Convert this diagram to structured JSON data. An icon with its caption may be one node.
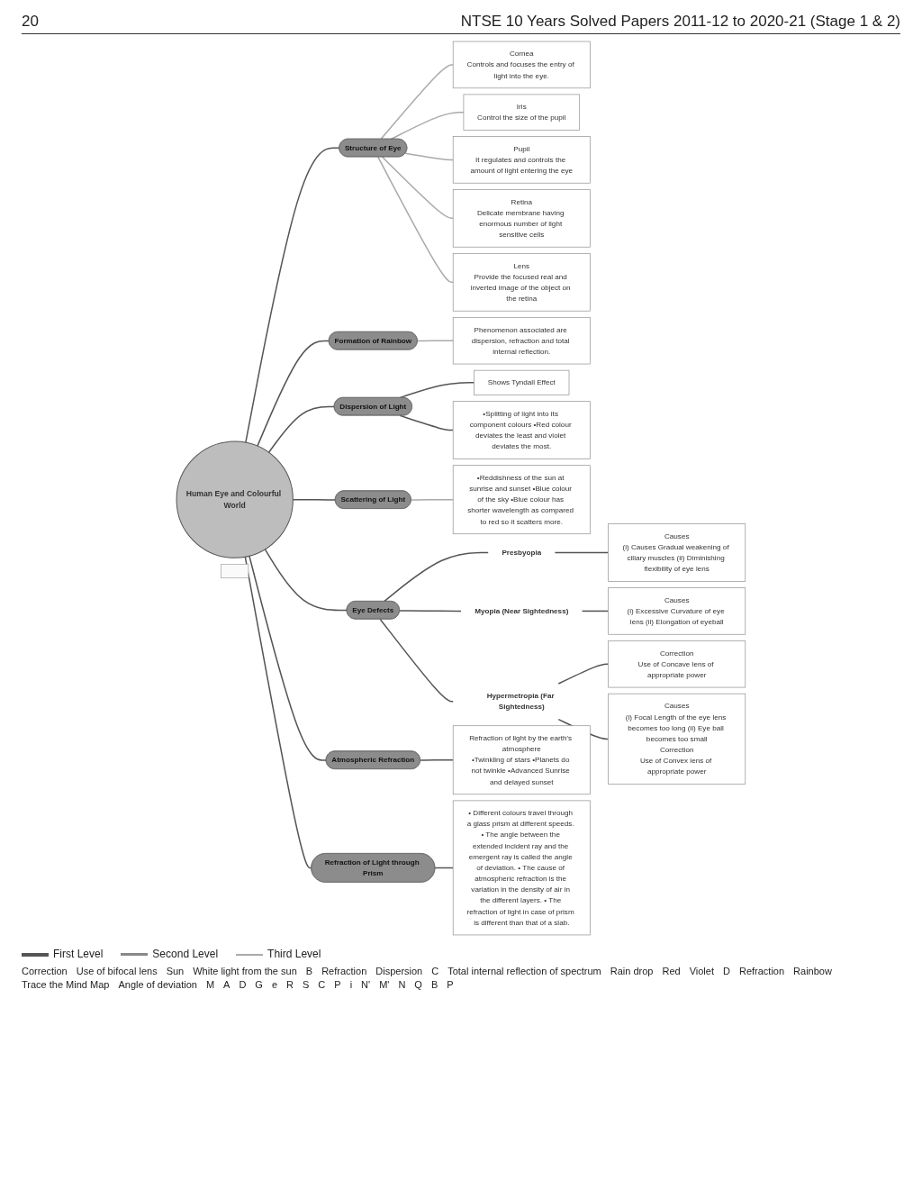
{
  "diagram": {
    "nodes": [
      {
        "text": [
          "Human Eye and Colourful World"
        ]
      },
      {
        "text": [
          "Structure of Eye"
        ]
      },
      {
        "text": [
          "Cornea",
          "Controls and focuses the entry of light into the eye."
        ]
      },
      {
        "text": [
          "Iris",
          "Control the size of the pupil"
        ]
      },
      {
        "text": [
          "Pupil",
          "It regulates and controls the amount of light entering the eye"
        ]
      },
      {
        "text": [
          "Retina",
          "Delicate membrane having enormous number of light sensitive cells"
        ]
      },
      {
        "text": [
          "Lens",
          "Provide the focused real and inverted image of the object on the retina"
        ]
      },
      {
        "text": [
          "Formation of Rainbow"
        ]
      },
      {
        "text": [
          "Phenomenon associated are dispersion, refraction and total internal reflection."
        ]
      },
      {
        "text": [
          "Dispersion of Light"
        ]
      },
      {
        "text": [
          "Shows Tyndall Effect"
        ]
      },
      {
        "text": [
          "•Splitting of light into its component colours •Red colour deviates the least and violet deviates the most."
        ]
      },
      {
        "text": [
          "Scattering of Light"
        ]
      },
      {
        "text": [
          "•Reddishness of the sun at sunrise and sunset •Blue colour of the sky •Blue colour has shorter wavelength as compared to red so it scatters more."
        ]
      },
      {
        "text": [
          "Eye Defects"
        ]
      },
      {
        "text": [
          "Presbyopia"
        ]
      },
      {
        "text": [
          "Causes",
          "(i) Causes Gradual weakening of ciliary muscles (ii) Diminishing flexibility of eye lens"
        ]
      },
      {
        "text": [
          "Myopia (Near Sightedness)"
        ]
      },
      {
        "text": [
          "Causes",
          "(i) Excessive Curvature of eye lens (ii) Elongation of eyeball"
        ]
      },
      {
        "text": [
          "Hypermetropia (Far Sightedness)"
        ]
      },
      {
        "text": [
          "Correction",
          "Use of Concave lens of appropriate power"
        ]
      },
      {
        "text": [
          "Causes",
          "(i) Focal Length of the eye lens becomes too long (ii) Eye ball becomes too small",
          "Correction",
          "Use of Convex lens of appropriate power"
        ]
      },
      {
        "text": [
          "Atmospheric Refraction"
        ]
      },
      {
        "text": [
          "Refraction of light by the earth's atmosphere",
          "•Twinkling of stars •Planets do not twinkle •Advanced Sunrise and delayed sunset"
        ]
      },
      {
        "text": [
          "Refraction of Light through Prism"
        ]
      },
      {
        "text": [
          "• Different colours travel through a glass prism at different speeds. • The angle between the extended incident ray and the emergent ray is called the angle of deviation. • The cause of atmospheric refraction is the variation in the density of air in the different layers. • The refraction of light in case of prism is different than that of a slab."
        ]
      },
      {
        "text": [],
        "shape": "box"
      }
    ],
    "edges": [
      {
        "from": 0,
        "to": 1,
        "arrow": "none"
      },
      {
        "from": 1,
        "to": 2,
        "arrow": "none",
        "color": "#aaaaaa"
      },
      {
        "from": 1,
        "to": 3,
        "arrow": "none",
        "color": "#aaaaaa"
      },
      {
        "from": 1,
        "to": 4,
        "arrow": "none",
        "color": "#aaaaaa"
      },
      {
        "from": 1,
        "to": 5,
        "arrow": "none",
        "color": "#aaaaaa"
      },
      {
        "from": 1,
        "to": 6,
        "arrow": "none",
        "color": "#aaaaaa"
      },
      {
        "from": 0,
        "to": 7,
        "arrow": "none"
      },
      {
        "from": 7,
        "to": 8,
        "arrow": "none",
        "color": "#aaaaaa"
      },
      {
        "from": 0,
        "to": 9,
        "arrow": "none"
      },
      {
        "from": 9,
        "to": 10,
        "arrow": "none"
      },
      {
        "from": 9,
        "to": 11,
        "arrow": "none"
      },
      {
        "from": 0,
        "to": 12,
        "arrow": "none"
      },
      {
        "from": 12,
        "to": 13,
        "arrow": "none",
        "color": "#aaaaaa"
      },
      {
        "from": 0,
        "to": 14,
        "arrow": "none"
      },
      {
        "from": 14,
        "to": 15,
        "arrow": "none"
      },
      {
        "from": 15,
        "to": 16,
        "arrow": "none"
      },
      {
        "from": 14,
        "to": 17,
        "arrow": "none"
      },
      {
        "from": 17,
        "to": 18,
        "arrow": "none"
      },
      {
        "from": 14,
        "to": 19,
        "arrow": "none"
      },
      {
        "from": 19,
        "to": 20,
        "arrow": "none"
      },
      {
        "from": 19,
        "to": 21,
        "arrow": "none"
      },
      {
        "from": 0,
        "to": 22,
        "arrow": "none"
      },
      {
        "from": 22,
        "to": 23,
        "arrow": "none"
      },
      {
        "from": 0,
        "to": 24,
        "arrow": "none"
      },
      {
        "from": 24,
        "to": 25,
        "arrow": "none"
      }
    ],
    "labels": [
      "20",
      "NTSE 10 Years Solved Papers 2011-12 to 2020-21 (Stage 1 & 2)",
      "Correction",
      "Use of bifocal lens",
      "Sun",
      "White light from the sun",
      "B",
      "Refraction",
      "Dispersion",
      "C",
      "Total internal reflection of spectrum",
      "Rain drop",
      "Red",
      "Violet",
      "D",
      "Refraction",
      "Rainbow",
      "Trace the Mind Map",
      "Angle of deviation",
      "M",
      "A",
      "D",
      "G",
      "e",
      "R",
      "S",
      "C",
      "P",
      "i",
      "N'",
      "M'",
      "N",
      "Q",
      "B",
      "P"
    ],
    "legend": [
      {
        "text": "First Level"
      },
      {
        "text": "Second Level"
      },
      {
        "text": "Third Level"
      }
    ]
  }
}
